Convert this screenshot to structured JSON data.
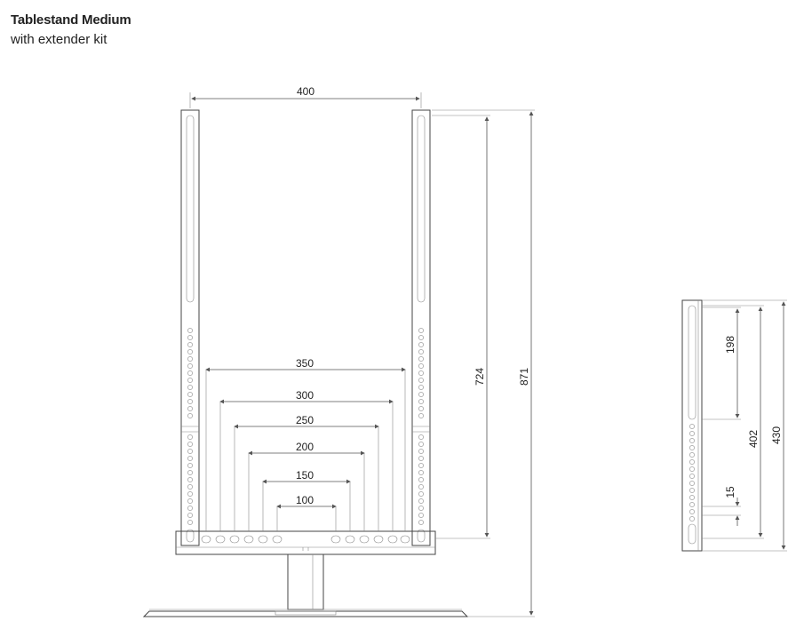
{
  "header": {
    "title": "Tablestand Medium",
    "subtitle": "with extender kit"
  },
  "dimensions": {
    "width_top": "400",
    "vesa_widths": [
      "350",
      "300",
      "250",
      "200",
      "150",
      "100"
    ],
    "height_inner": "724",
    "height_total": "871",
    "side_198": "198",
    "side_402": "402",
    "side_430": "430",
    "side_15": "15"
  }
}
